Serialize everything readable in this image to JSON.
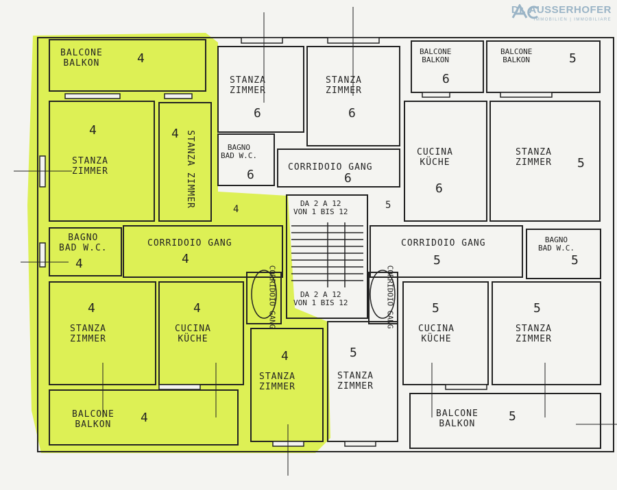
{
  "logo": {
    "name": "Dr. AUSSERHOFER",
    "tagline": "IMMOBILIEN | IMMOBILIARE"
  },
  "colors": {
    "highlight": "#d8ef3a",
    "ink": "#222222",
    "paper": "#f4f4f1",
    "logo": "#9ab4c6"
  },
  "highlighted_unit": "4",
  "rooms": {
    "r4_balcony_top": {
      "it": "BALCONE",
      "de": "BALKON",
      "num": "4"
    },
    "r4_room_left": {
      "it": "STANZA",
      "de": "ZIMMER",
      "num": "4"
    },
    "r4_room_narrow": {
      "it": "STANZA",
      "de": "ZIMMER",
      "num": "4"
    },
    "r4_bath": {
      "it": "BAGNO",
      "de": "BAD W.C.",
      "num": "4"
    },
    "r4_corridor": {
      "it": "CORRIDOIO",
      "de": "GANG",
      "num": "4"
    },
    "r4_room_bottom": {
      "it": "STANZA",
      "de": "ZIMMER",
      "num": "4"
    },
    "r4_kitchen": {
      "it": "CUCINA",
      "de": "KÜCHE",
      "num": "4"
    },
    "r4_room_right": {
      "it": "STANZA",
      "de": "ZIMMER",
      "num": "4"
    },
    "r4_balcony_bottom": {
      "it": "BALCONE",
      "de": "BALKON",
      "num": "4"
    },
    "r4_closet": {
      "it": "CORRIDOIO",
      "de": "GANG"
    },
    "r6_room_a": {
      "it": "STANZA",
      "de": "ZIMMER",
      "num": "6"
    },
    "r6_room_b": {
      "it": "STANZA",
      "de": "ZIMMER",
      "num": "6"
    },
    "r6_bath": {
      "it": "BAGNO",
      "de": "BAD W.C.",
      "num": "6"
    },
    "r6_corridor": {
      "it": "CORRIDOIO",
      "de": "GANG",
      "num": "6"
    },
    "r6_kitchen": {
      "it": "CUCINA",
      "de": "KÜCHE",
      "num": "6"
    },
    "r6_balcony": {
      "it": "BALCONE",
      "de": "BALKON",
      "num": "6"
    },
    "r5_balcony_top": {
      "it": "BALCONE",
      "de": "BALKON",
      "num": "5"
    },
    "r5_room_top": {
      "it": "STANZA",
      "de": "ZIMMER",
      "num": "5"
    },
    "r5_corridor": {
      "it": "CORRIDOIO",
      "de": "GANG",
      "num": "5"
    },
    "r5_bath": {
      "it": "BAGNO",
      "de": "BAD W.C.",
      "num": "5"
    },
    "r5_kitchen": {
      "it": "CUCINA",
      "de": "KÜCHE",
      "num": "5"
    },
    "r5_room_right": {
      "it": "STANZA",
      "de": "ZIMMER",
      "num": "5"
    },
    "r5_room_left": {
      "it": "STANZA",
      "de": "ZIMMER",
      "num": "5"
    },
    "r5_balcony_bottom": {
      "it": "BALCONE",
      "de": "BALKON",
      "num": "5"
    },
    "r5_closet": {
      "it": "CORRIDOIO",
      "de": "GANG"
    }
  },
  "stairs": {
    "upper": {
      "line1": "DA 2 A 12",
      "line2": "VON 1 BIS 12"
    },
    "lower": {
      "line1": "DA 2 A 12",
      "line2": "VON 1 BIS 12"
    },
    "small_4": "4",
    "small_5": "5"
  }
}
